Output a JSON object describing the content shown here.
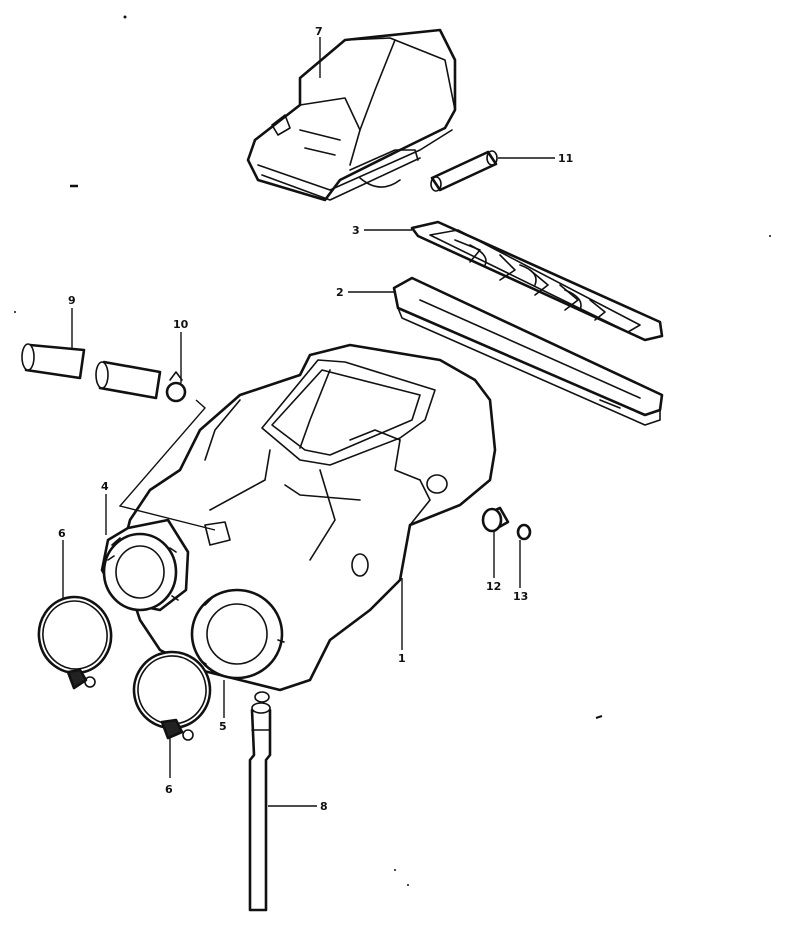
{
  "callouts": {
    "c1": "1",
    "c2": "2",
    "c3": "3",
    "c4": "4",
    "c5": "5",
    "c6a": "6",
    "c6b": "6",
    "c7": "7",
    "c8": "8",
    "c9": "9",
    "c10": "10",
    "c11": "11",
    "c12": "12",
    "c13": "13"
  }
}
